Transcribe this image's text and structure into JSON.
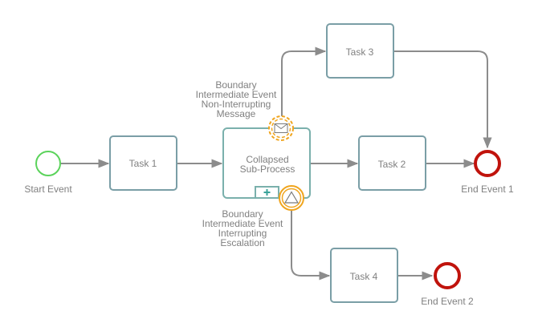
{
  "diagram": {
    "tasks": [
      {
        "id": "task1",
        "label": "Task 1"
      },
      {
        "id": "task2",
        "label": "Task 2"
      },
      {
        "id": "task3",
        "label": "Task 3"
      },
      {
        "id": "task4",
        "label": "Task 4"
      }
    ],
    "subprocess": {
      "label_line1": "Collapsed",
      "label_line2": "Sub-Process"
    },
    "start_event": {
      "label": "Start Event",
      "color": "#5bd35b"
    },
    "end_events": [
      {
        "label": "End Event 1",
        "color": "#c0130c"
      },
      {
        "label": "End Event 2",
        "color": "#c0130c"
      }
    ],
    "boundary_message": {
      "lines": [
        "Boundary",
        "Intermediate Event",
        "Non-Interrupting",
        "Message"
      ],
      "icon": "envelope-icon",
      "color": "#f0a51e"
    },
    "boundary_escalation": {
      "lines": [
        "Boundary",
        "Intermediate Event",
        "Interrupting",
        "Escalation"
      ],
      "icon": "triangle-icon",
      "color": "#f0a51e"
    },
    "colors": {
      "task_stroke": "#7a9ea6",
      "subprocess_stroke": "#7ab0ac",
      "flow": "#8c8c8c",
      "label": "#808080"
    }
  }
}
